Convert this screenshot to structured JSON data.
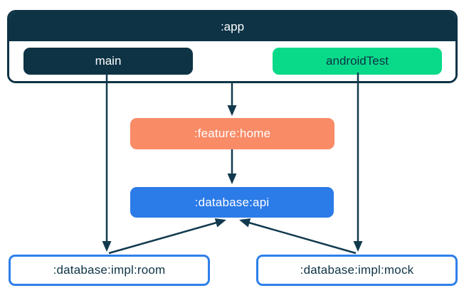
{
  "diagram": {
    "type": "gradle-module-dependency-graph",
    "nodes": {
      "app": {
        "label": ":app",
        "fill": "#0d3345",
        "text_color": "#ffffff",
        "source_sets": [
          {
            "label": "main",
            "fill": "#0d3345",
            "text_color": "#ffffff"
          },
          {
            "label": "androidTest",
            "fill": "#09da8a",
            "text_color": "#0d3345"
          }
        ]
      },
      "feature_home": {
        "label": ":feature:home",
        "fill": "#f98b67",
        "text_color": "#ffffff"
      },
      "database_api": {
        "label": ":database:api",
        "fill": "#2b7be8",
        "text_color": "#ffffff"
      },
      "database_impl_room": {
        "label": ":database:impl:room",
        "fill": "#ffffff",
        "border_color": "#2e7fea",
        "text_color": "#0d3345"
      },
      "database_impl_mock": {
        "label": ":database:impl:mock",
        "fill": "#ffffff",
        "border_color": "#2e7fea",
        "text_color": "#0d3345"
      }
    },
    "edges": [
      {
        "from": ":app",
        "to": ":feature:home"
      },
      {
        "from": ":feature:home",
        "to": ":database:api"
      },
      {
        "from": "main",
        "to": ":database:impl:room"
      },
      {
        "from": "androidTest",
        "to": ":database:impl:mock"
      },
      {
        "from": ":database:impl:room",
        "to": ":database:api"
      },
      {
        "from": ":database:impl:mock",
        "to": ":database:api"
      }
    ],
    "colors": {
      "arrow": "#123a4e",
      "dark_navy": "#0d3345",
      "green": "#09da8a",
      "coral": "#f98b67",
      "blue": "#2b7be8",
      "background": "#ffffff"
    }
  }
}
